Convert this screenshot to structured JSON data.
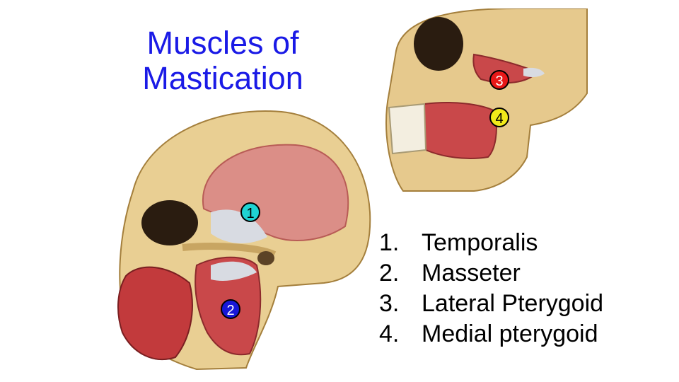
{
  "title": {
    "line1": "Muscles of",
    "line2": "Mastication"
  },
  "badges": {
    "b1": {
      "label": "1",
      "color": "#1fd3d3",
      "text_color": "#000000"
    },
    "b2": {
      "label": "2",
      "color": "#1717d8",
      "text_color": "#ffffff"
    },
    "b3": {
      "label": "3",
      "color": "#e81818",
      "text_color": "#ffffff"
    },
    "b4": {
      "label": "4",
      "color": "#f1ea1a",
      "text_color": "#000000"
    }
  },
  "list": [
    {
      "num": "1.",
      "name": "Temporalis"
    },
    {
      "num": "2.",
      "name": "Masseter"
    },
    {
      "num": "3.",
      "name": "Lateral Pterygoid"
    },
    {
      "num": "4.",
      "name": "Medial pterygoid"
    }
  ],
  "colors": {
    "title": "#1a1ae6",
    "bone": "#e9cf93",
    "muscle": "#c9484a",
    "tendon": "#d8dbe2"
  }
}
